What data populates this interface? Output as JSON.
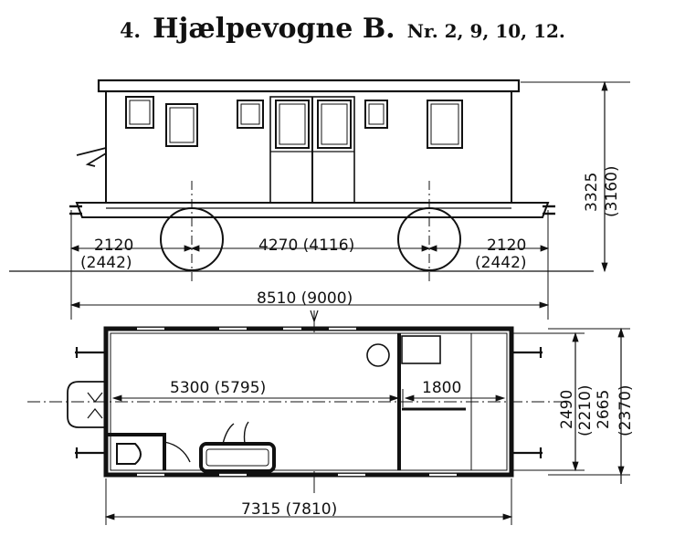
{
  "title": {
    "number": "4.",
    "name": "Hjælpevogne B.",
    "numbers": "Nr. 2, 9, 10, 12."
  },
  "side_view": {
    "overhang_left": "2120",
    "overhang_left_alt": "(2442)",
    "wheelbase": "4270 (4116)",
    "overhang_right": "2120",
    "overhang_right_alt": "(2442)",
    "height": "3325",
    "height_alt": "(3160)",
    "overall_length": "8510 (9000)"
  },
  "plan_view": {
    "compartment_length": "5300 (5795)",
    "end_compartment_length": "1800",
    "inner_width": "2490",
    "inner_width_alt": "(2210)",
    "outer_width": "2665",
    "outer_width_alt": "(2370)",
    "body_length": "7315 (7810)"
  }
}
